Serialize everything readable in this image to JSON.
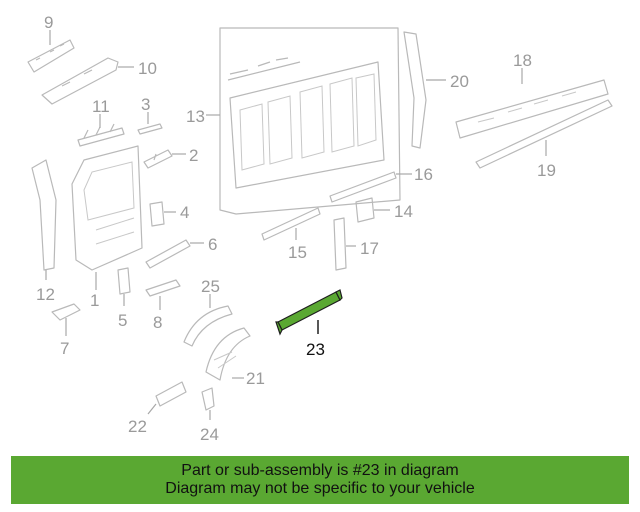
{
  "diagram": {
    "callouts": [
      "9",
      "10",
      "11",
      "3",
      "2",
      "13",
      "20",
      "18",
      "16",
      "19",
      "1",
      "12",
      "4",
      "6",
      "14",
      "15",
      "17",
      "5",
      "8",
      "7",
      "25",
      "23",
      "21",
      "22",
      "24"
    ],
    "highlighted_part": "23"
  },
  "banner": {
    "line1": "Part or sub-assembly is #23 in diagram",
    "line2": "Diagram may not be specific to your vehicle",
    "background": "#5aa832"
  }
}
